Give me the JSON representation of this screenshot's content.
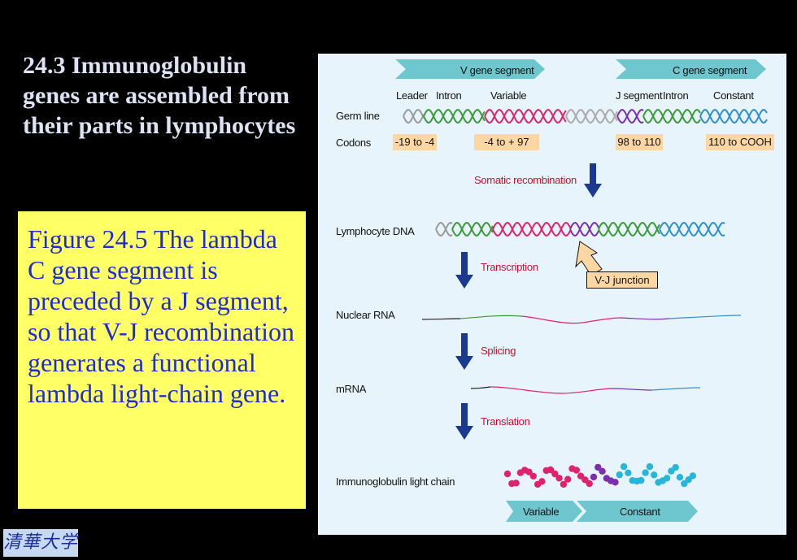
{
  "slide": {
    "title": "24.3 Immunoglobulin genes are assembled from their parts in lymphocytes",
    "caption": "Figure 24.5 The lambda C gene segment is preceded by a J segment, so that V-J recombination generates a functional lambda light-chain gene.",
    "logo_text": "清華大学"
  },
  "diagram": {
    "v_segment": "V  gene segment",
    "c_segment": "C  gene segment",
    "leader": "Leader",
    "intron1": "Intron",
    "variable_header": "Variable",
    "j_segment": "J segment",
    "intron2": "Intron",
    "constant_header": "Constant",
    "germ_line": "Germ line",
    "codons": "Codons",
    "codon1": "-19 to -4",
    "codon2": "-4 to + 97",
    "codon3": "98 to 110",
    "codon4": "110 to COOH",
    "somatic": "Somatic recombination",
    "lymphocyte_dna": "Lymphocyte DNA",
    "transcription": "Transcription",
    "vj_junction": "V-J junction",
    "nuclear_rna": "Nuclear RNA",
    "splicing": "Splicing",
    "mrna": "mRNA",
    "translation": "Translation",
    "light_chain": "Immunoglobulin light chain",
    "variable_bottom": "Variable",
    "constant_bottom": "Constant"
  },
  "colors": {
    "title_text": "#dde3f3",
    "caption_bg": "#ffff66",
    "caption_text": "#1e2bd6",
    "panel_bg": "#e8f4fb",
    "segment_arrow": "#6ec6cf",
    "codon_bg": "#fcd7a4",
    "process_arrow": "#1a3a8f",
    "process_label": "#c8102e",
    "leader_strand": "#3a9a3a",
    "variable_strand": "#e0226e",
    "j_strand": "#7b2fb0",
    "constant_strand": "#2d8fd0"
  }
}
